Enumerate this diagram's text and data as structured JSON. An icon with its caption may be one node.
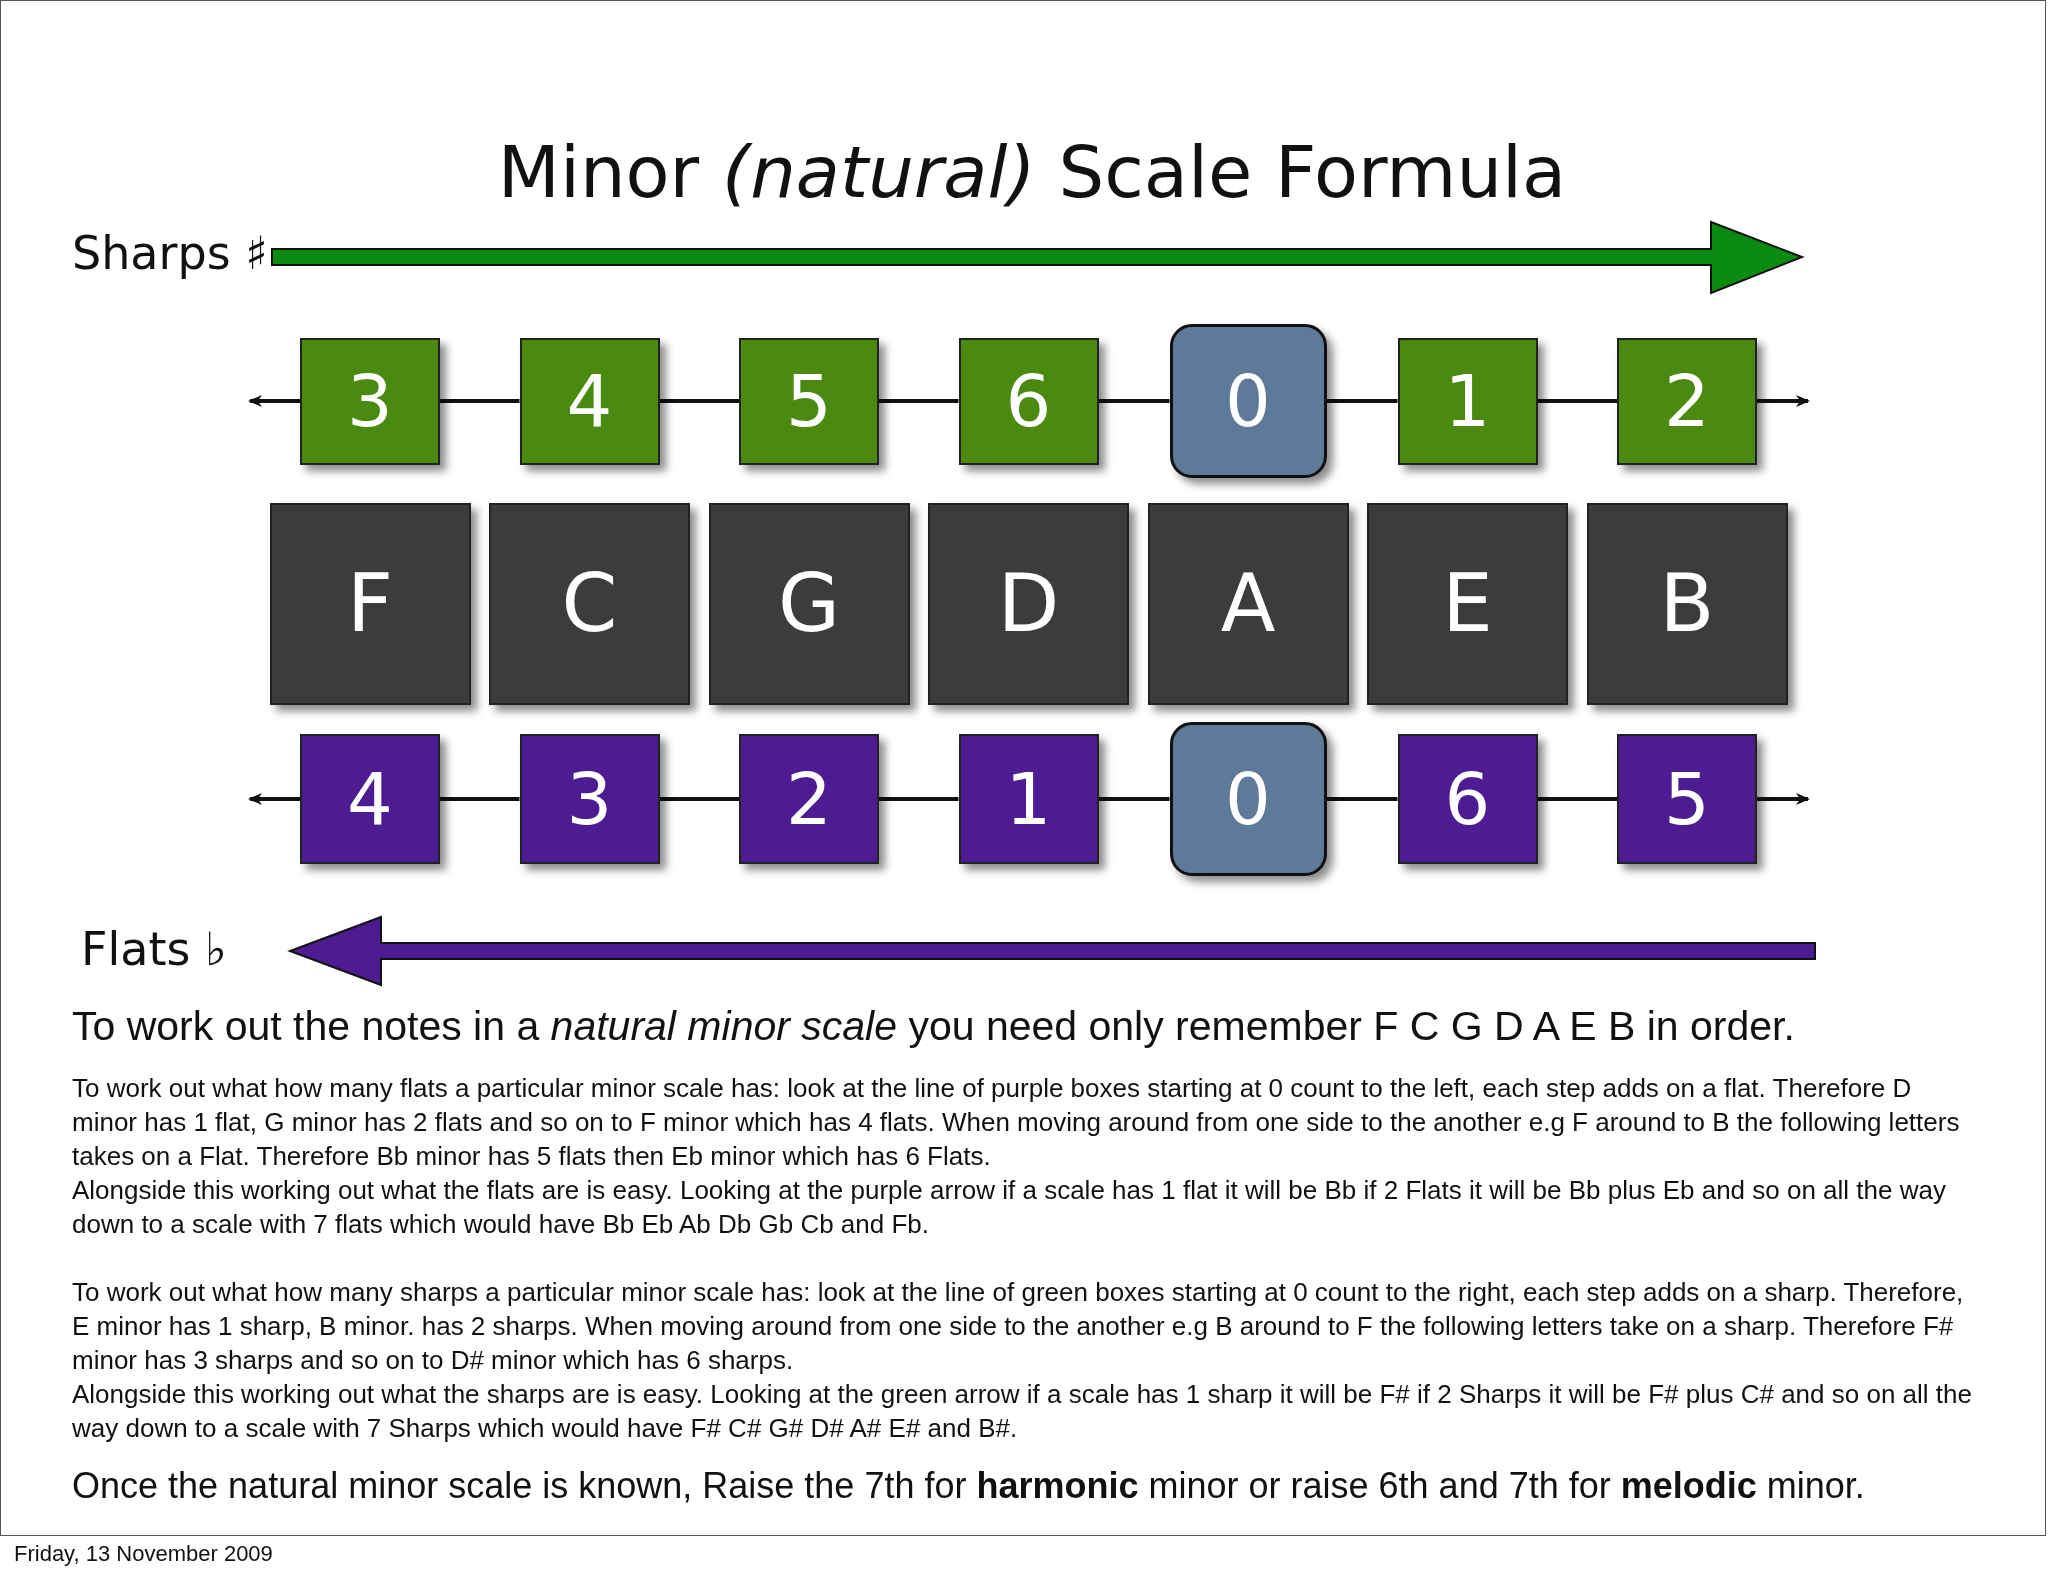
{
  "diagram": {
    "title": "Minor *(natural)* Scale Formula",
    "nodes": [
      {
        "text": [
          "3"
        ]
      },
      {
        "text": [
          "4"
        ]
      },
      {
        "text": [
          "5"
        ]
      },
      {
        "text": [
          "6"
        ]
      },
      {
        "text": [
          "0"
        ]
      },
      {
        "text": [
          "1"
        ]
      },
      {
        "text": [
          "2"
        ]
      },
      {
        "text": [
          "F"
        ]
      },
      {
        "text": [
          "C"
        ]
      },
      {
        "text": [
          "G"
        ]
      },
      {
        "text": [
          "D"
        ]
      },
      {
        "text": [
          "A"
        ]
      },
      {
        "text": [
          "E"
        ]
      },
      {
        "text": [
          "B"
        ]
      },
      {
        "text": [
          "4"
        ]
      },
      {
        "text": [
          "3"
        ]
      },
      {
        "text": [
          "2"
        ]
      },
      {
        "text": [
          "1"
        ]
      },
      {
        "text": [
          "0"
        ]
      },
      {
        "text": [
          "6"
        ]
      },
      {
        "text": [
          "5"
        ]
      }
    ],
    "edges": [
      {
        "from": 0,
        "to": null,
        "arrow": "to"
      },
      {
        "from": 0,
        "to": 1,
        "arrow": "none"
      },
      {
        "from": 1,
        "to": 2,
        "arrow": "none"
      },
      {
        "from": 2,
        "to": 3,
        "arrow": "none"
      },
      {
        "from": 3,
        "to": 4,
        "arrow": "none"
      },
      {
        "from": 4,
        "to": 5,
        "arrow": "none"
      },
      {
        "from": 5,
        "to": 6,
        "arrow": "none"
      },
      {
        "from": 6,
        "to": null,
        "arrow": "to"
      },
      {
        "from": 14,
        "to": null,
        "arrow": "to"
      },
      {
        "from": 14,
        "to": 15,
        "arrow": "none"
      },
      {
        "from": 15,
        "to": 16,
        "arrow": "none"
      },
      {
        "from": 16,
        "to": 17,
        "arrow": "none"
      },
      {
        "from": 17,
        "to": 18,
        "arrow": "none"
      },
      {
        "from": 18,
        "to": 19,
        "arrow": "none"
      },
      {
        "from": 19,
        "to": 20,
        "arrow": "none"
      },
      {
        "from": 20,
        "to": null,
        "arrow": "to"
      }
    ],
    "labels": [
      "Sharps ♯",
      "Flats ♭",
      "To work out the notes in a *natural minor scale* you need only remember F C G D A E B in order.",
      "To work out what how many flats a particular minor scale has: look at the line of purple boxes starting at 0 count to the left, each step adds on a flat. Therefore D minor has 1 flat, G minor has 2 flats and so on to F minor which has 4 flats. When moving around from one side to the another e.g F around to B the following letters takes on a Flat. Therefore Bb minor has 5 flats then Eb minor which has 6 Flats.",
      "Alongside this working out what the flats are is easy. Looking at the purple arrow if a scale has 1 flat it will be Bb if 2 Flats it will be Bb plus Eb and so on all the way down to a scale with 7 flats which would have Bb Eb Ab Db Gb Cb and Fb.",
      "To work out what how many sharps a particular minor scale has: look at the line of green boxes starting at 0 count to the right, each step adds on a sharp. Therefore, E minor has 1 sharp, B minor. has 2 sharps. When moving around from one side to the another e.g B around to F the following letters take on a sharp. Therefore F# minor has 3 sharps and so on to D# minor which has 6 sharps.",
      "Alongside this working out what the sharps are is easy. Looking at the green arrow if a scale has 1 sharp it will be F# if 2 Sharps it will be F# plus C# and so on all the way down to a scale with 7 Sharps which would have F# C# G# D# A# E# and B#.",
      "Once the natural minor scale is known, Raise the 7th for **harmonic** minor or raise 6th and 7th for **melodic** minor.",
      "Friday, 13 November 2009"
    ]
  }
}
